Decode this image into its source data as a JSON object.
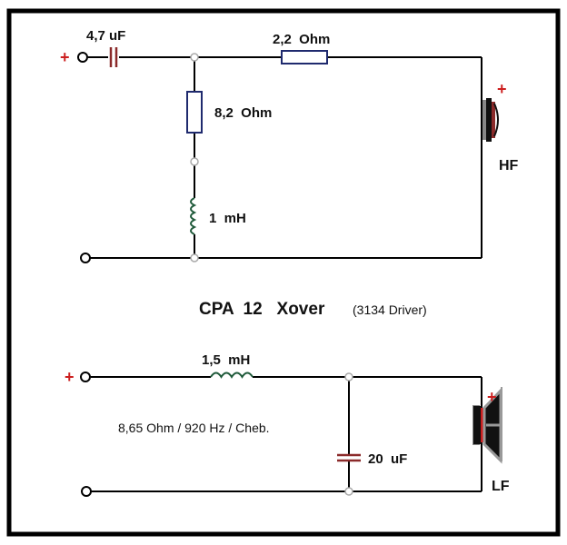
{
  "title": {
    "main": "CPA  12   Xover",
    "sub": "(3134 Driver)"
  },
  "colors": {
    "wire": "#000000",
    "resistor": "#1f2a6e",
    "capacitor": "#8b2a2a",
    "inductor": "#1f5a3a",
    "polarity": "#cc1f1f"
  },
  "high_pass": {
    "polarity_label": "+",
    "series_capacitor": {
      "label": "4,7 uF"
    },
    "series_resistor": {
      "label": "2,2  Ohm"
    },
    "shunt_resistor": {
      "label": "8,2  Ohm"
    },
    "shunt_inductor": {
      "label": "1  mH"
    },
    "driver": {
      "label": "HF",
      "polarity": "+"
    }
  },
  "low_pass": {
    "polarity_label": "+",
    "series_inductor": {
      "label": "1,5  mH"
    },
    "shunt_capacitor": {
      "label": "20  uF"
    },
    "note": "8,65 Ohm / 920 Hz / Cheb.",
    "driver": {
      "label": "LF",
      "polarity": "+"
    }
  }
}
